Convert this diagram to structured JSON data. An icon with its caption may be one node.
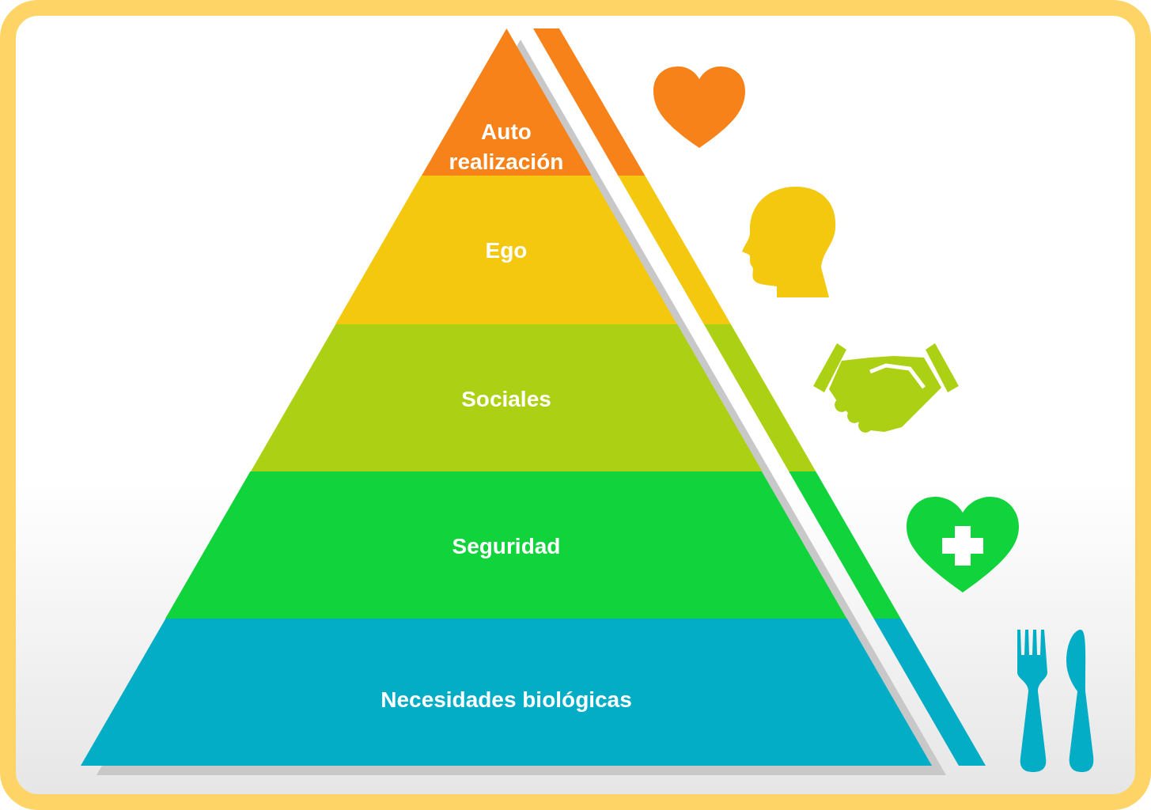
{
  "diagram": {
    "nodes": [
      {
        "text": [
          "Auto realización"
        ]
      },
      {
        "text": [
          "Ego"
        ]
      },
      {
        "text": [
          "Sociales"
        ]
      },
      {
        "text": [
          "Seguridad"
        ]
      },
      {
        "text": [
          "Necesidades biológicas"
        ]
      }
    ]
  }
}
